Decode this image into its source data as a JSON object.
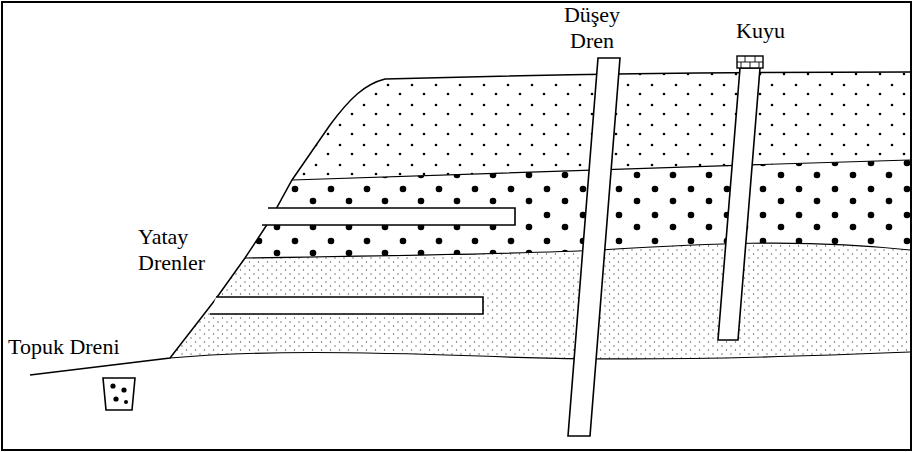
{
  "diagram": {
    "labels": [
      "Düşey Dren",
      "Kuyu",
      "Yatay Drenler",
      "Topuk Dreni"
    ]
  }
}
